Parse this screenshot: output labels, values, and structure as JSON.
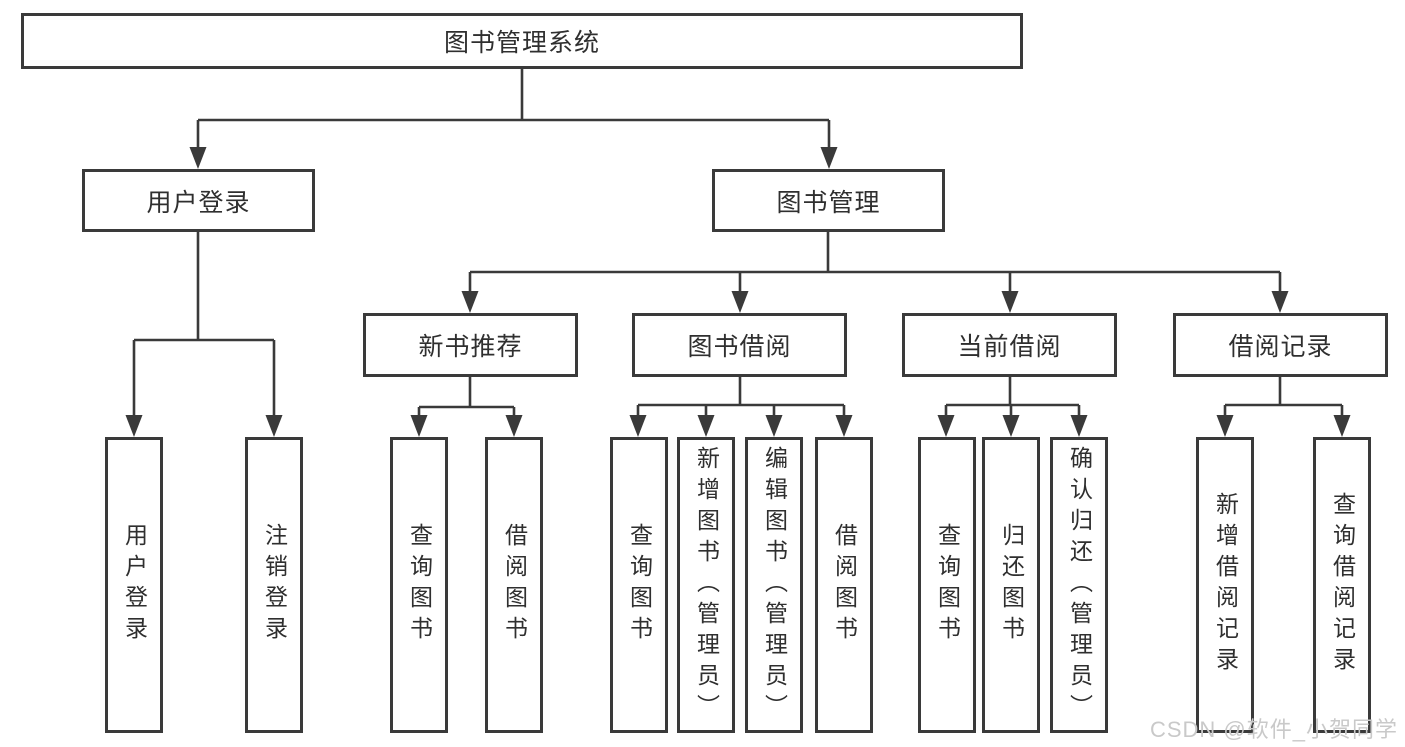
{
  "diagram_title": "图书管理系统",
  "watermark": "CSDN @软件_小贺同学",
  "colors": {
    "line": "#3a3a3a",
    "box_border": "#3a3a3a",
    "text": "#2f2f2f",
    "watermark": "#c9c9c9",
    "background": "#ffffff"
  },
  "nodes": {
    "root": "图书管理系统",
    "userLogin": "用户登录",
    "bookMgmt": "图书管理",
    "newBookRec": "新书推荐",
    "bookBorrow": "图书借阅",
    "currentBorrow": "当前借阅",
    "borrowRecords": "借阅记录",
    "leafLogin": "用户登录",
    "leafLogout": "注销登录",
    "leafNbQuery": "查询图书",
    "leafNbBorrow": "借阅图书",
    "leafBbQuery": "查询图书",
    "leafBbAdd": "新增图书（管理员）",
    "leafBbEdit": "编辑图书（管理员）",
    "leafBbBorrow": "借阅图书",
    "leafCbQuery": "查询图书",
    "leafCbReturn": "归还图书",
    "leafCbConfirm": "确认归还（管理员）",
    "leafBrAdd": "新增借阅记录",
    "leafBrQuery": "查询借阅记录"
  }
}
